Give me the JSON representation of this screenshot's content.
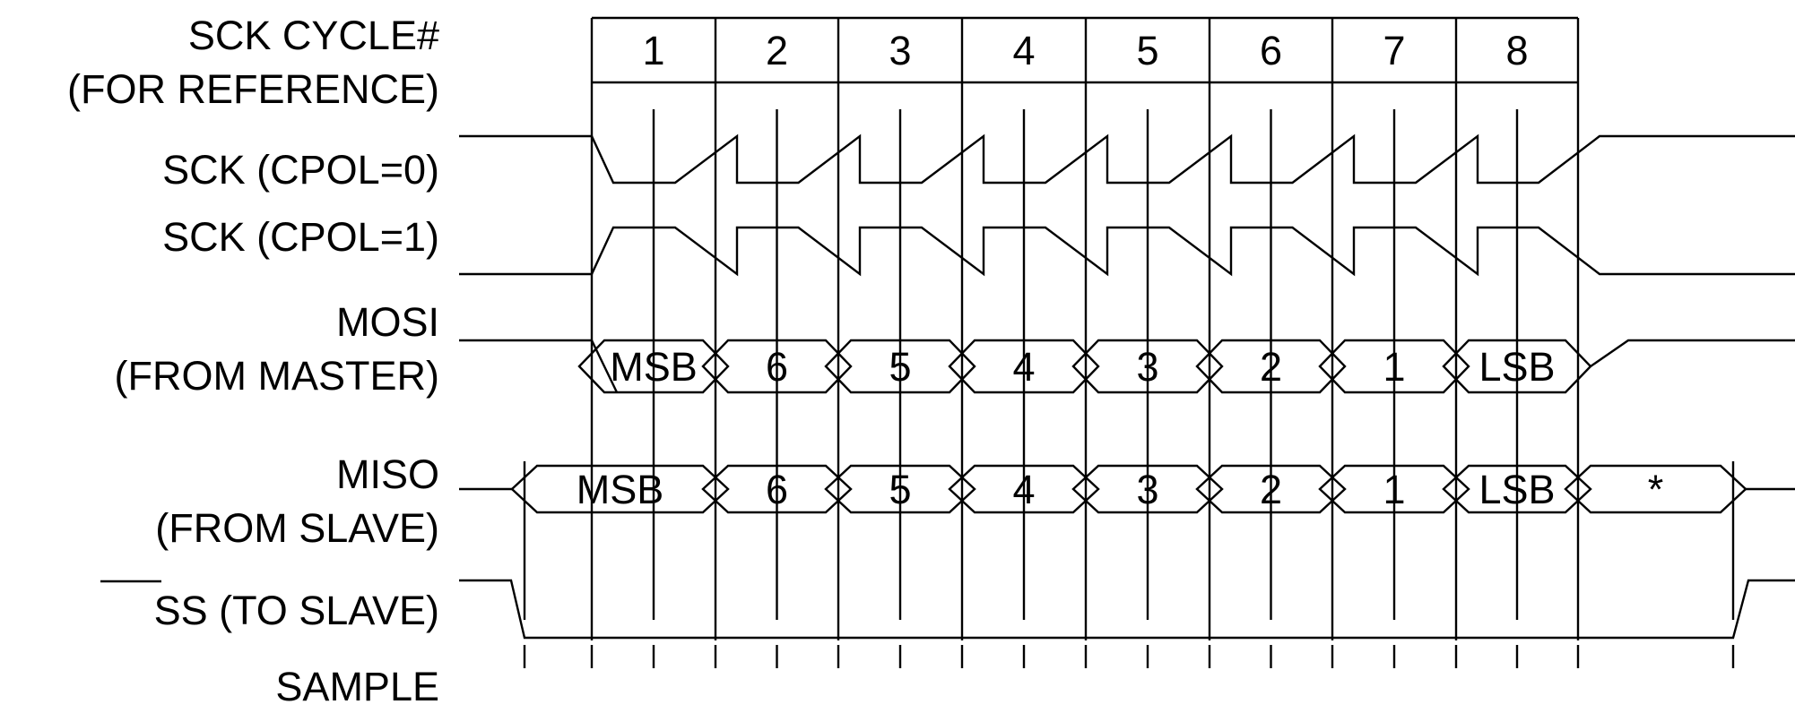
{
  "labels": {
    "cycle_title": "SCK CYCLE#",
    "cycle_subtitle": "(FOR REFERENCE)",
    "sck_cpol0": "SCK (CPOL=0)",
    "sck_cpol1": "SCK (CPOL=1)",
    "mosi_title": "MOSI",
    "mosi_subtitle": "(FROM MASTER)",
    "miso_title": "MISO",
    "miso_subtitle": "(FROM SLAVE)",
    "ss_name": "SS",
    "ss_suffix": " (TO SLAVE)",
    "sample": "SAMPLE"
  },
  "cycles": [
    "1",
    "2",
    "3",
    "4",
    "5",
    "6",
    "7",
    "8"
  ],
  "mosi_bits": [
    "MSB",
    "6",
    "5",
    "4",
    "3",
    "2",
    "1",
    "LSB"
  ],
  "miso_bits": [
    "MSB",
    "6",
    "5",
    "4",
    "3",
    "2",
    "1",
    "LSB",
    "*"
  ],
  "colors": {
    "ink": "#000000",
    "background": "#ffffff"
  }
}
